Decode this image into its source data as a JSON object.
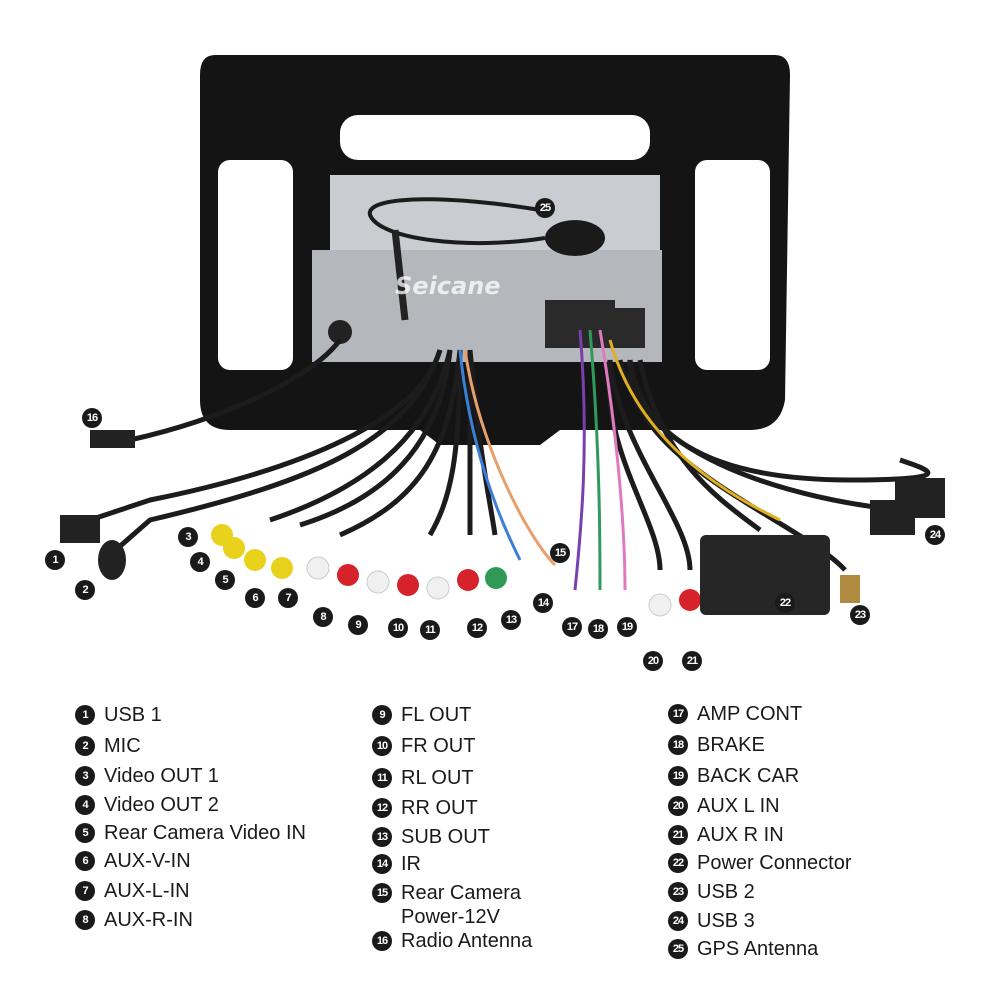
{
  "watermark": "Seicane",
  "colors": {
    "frame": "#141414",
    "unit": "#b9bcc0",
    "cable": "#1c1c1c",
    "marker": "#1a1a1a",
    "yellow": "#e8d21c",
    "red": "#d6222a",
    "white": "#f2f2f2",
    "green": "#2e9a55"
  },
  "legend": [
    {
      "num": "1",
      "label": "USB 1"
    },
    {
      "num": "2",
      "label": "MIC"
    },
    {
      "num": "3",
      "label": "Video OUT 1"
    },
    {
      "num": "4",
      "label": "Video OUT 2"
    },
    {
      "num": "5",
      "label": "Rear Camera Video IN"
    },
    {
      "num": "6",
      "label": "AUX-V-IN"
    },
    {
      "num": "7",
      "label": "AUX-L-IN"
    },
    {
      "num": "8",
      "label": "AUX-R-IN"
    },
    {
      "num": "9",
      "label": "FL OUT"
    },
    {
      "num": "10",
      "label": "FR OUT"
    },
    {
      "num": "11",
      "label": "RL OUT"
    },
    {
      "num": "12",
      "label": "RR OUT"
    },
    {
      "num": "13",
      "label": "SUB OUT"
    },
    {
      "num": "14",
      "label": "IR"
    },
    {
      "num": "15",
      "label": "Rear Camera\nPower-12V"
    },
    {
      "num": "16",
      "label": "Radio Antenna"
    },
    {
      "num": "17",
      "label": "AMP CONT"
    },
    {
      "num": "18",
      "label": "BRAKE"
    },
    {
      "num": "19",
      "label": "BACK CAR"
    },
    {
      "num": "20",
      "label": "AUX L IN"
    },
    {
      "num": "21",
      "label": "AUX R IN"
    },
    {
      "num": "22",
      "label": "Power Connector"
    },
    {
      "num": "23",
      "label": "USB 2"
    },
    {
      "num": "24",
      "label": "USB 3"
    },
    {
      "num": "25",
      "label": "GPS Antenna"
    }
  ]
}
